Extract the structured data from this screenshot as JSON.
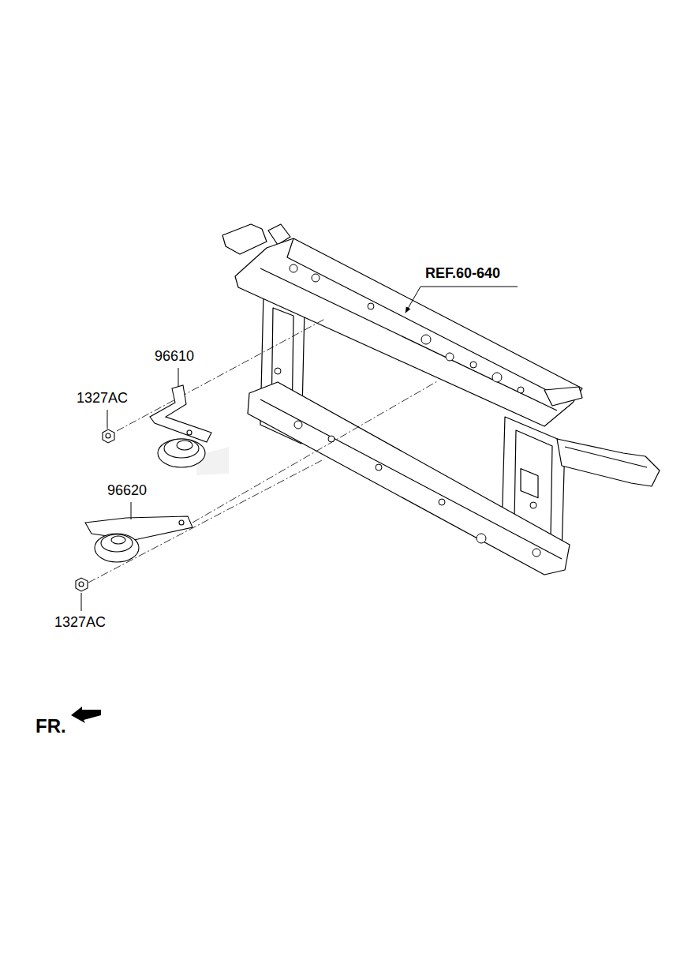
{
  "diagram": {
    "labels": [
      "REF.60-640",
      "96610",
      "1327AC",
      "96620",
      "1327AC",
      "FR."
    ]
  }
}
